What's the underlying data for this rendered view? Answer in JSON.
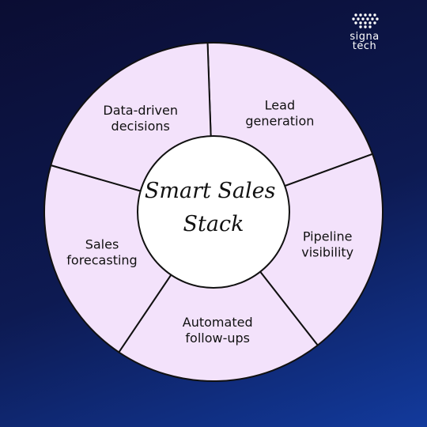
{
  "brand": {
    "logo_line1": "signa",
    "logo_line2": "tech",
    "background_colors": [
      "#0b0d33",
      "#123a9c"
    ]
  },
  "diagram": {
    "center": {
      "line1": "Smart Sales",
      "line2": "Stack"
    },
    "segment_fill": "#f3e2fb",
    "segments": [
      {
        "lines": [
          "Lead",
          "generation"
        ]
      },
      {
        "lines": [
          "Pipeline",
          "visibility"
        ]
      },
      {
        "lines": [
          "Automated",
          "follow-ups"
        ]
      },
      {
        "lines": [
          "Sales",
          "forecasting"
        ]
      },
      {
        "lines": [
          "Data-driven",
          "decisions"
        ]
      }
    ]
  }
}
